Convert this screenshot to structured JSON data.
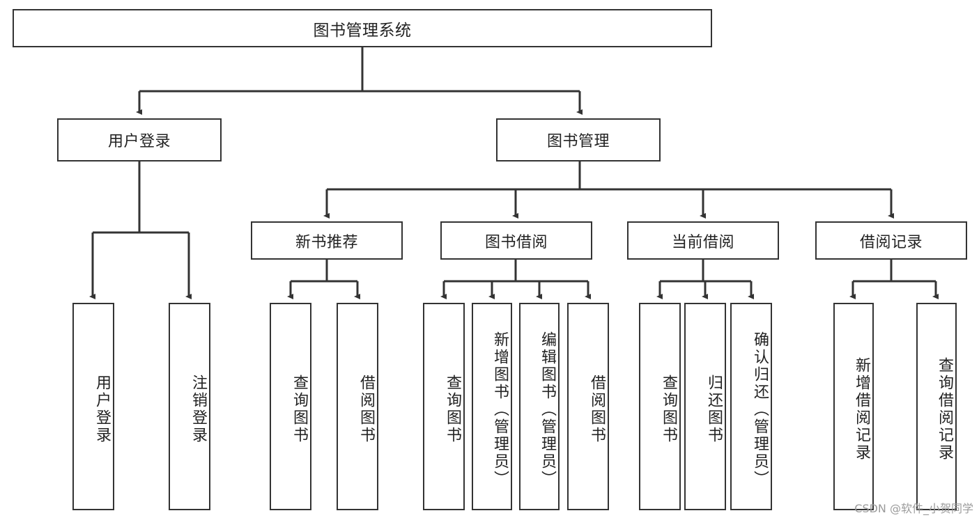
{
  "diagram": {
    "title": "图书管理系统",
    "type": "tree",
    "watermark": "CSDN @软件_小贺同学",
    "colors": {
      "border": "#333333",
      "background": "#ffffff",
      "text": "#222222",
      "watermark": "#9b9b9b"
    },
    "nodes": {
      "root": {
        "label": "图书管理系统"
      },
      "level2": [
        {
          "id": "user-login",
          "label": "用户登录"
        },
        {
          "id": "book-manage",
          "label": "图书管理"
        }
      ],
      "level3": [
        {
          "id": "new-book-recommend",
          "label": "新书推荐"
        },
        {
          "id": "book-borrow",
          "label": "图书借阅"
        },
        {
          "id": "current-borrow",
          "label": "当前借阅"
        },
        {
          "id": "borrow-record",
          "label": "借阅记录"
        }
      ],
      "leaves": {
        "user-login": [
          {
            "id": "leaf-user-login",
            "label": "用户登录"
          },
          {
            "id": "leaf-logout-login",
            "label": "注销登录"
          }
        ],
        "new-book-recommend": [
          {
            "id": "leaf-query-book-1",
            "label": "查询图书"
          },
          {
            "id": "leaf-borrow-book-1",
            "label": "借阅图书"
          }
        ],
        "book-borrow": [
          {
            "id": "leaf-query-book-2",
            "label": "查询图书"
          },
          {
            "id": "leaf-add-book",
            "label": "新增图书（管理员）"
          },
          {
            "id": "leaf-edit-book",
            "label": "编辑图书（管理员）"
          },
          {
            "id": "leaf-borrow-book-2",
            "label": "借阅图书"
          }
        ],
        "current-borrow": [
          {
            "id": "leaf-query-book-3",
            "label": "查询图书"
          },
          {
            "id": "leaf-return-book",
            "label": "归还图书"
          },
          {
            "id": "leaf-confirm-return",
            "label": "确认归还（管理员）"
          }
        ],
        "borrow-record": [
          {
            "id": "leaf-add-record",
            "label": "新增借阅记录"
          },
          {
            "id": "leaf-query-record",
            "label": "查询借阅记录"
          }
        ]
      }
    }
  }
}
